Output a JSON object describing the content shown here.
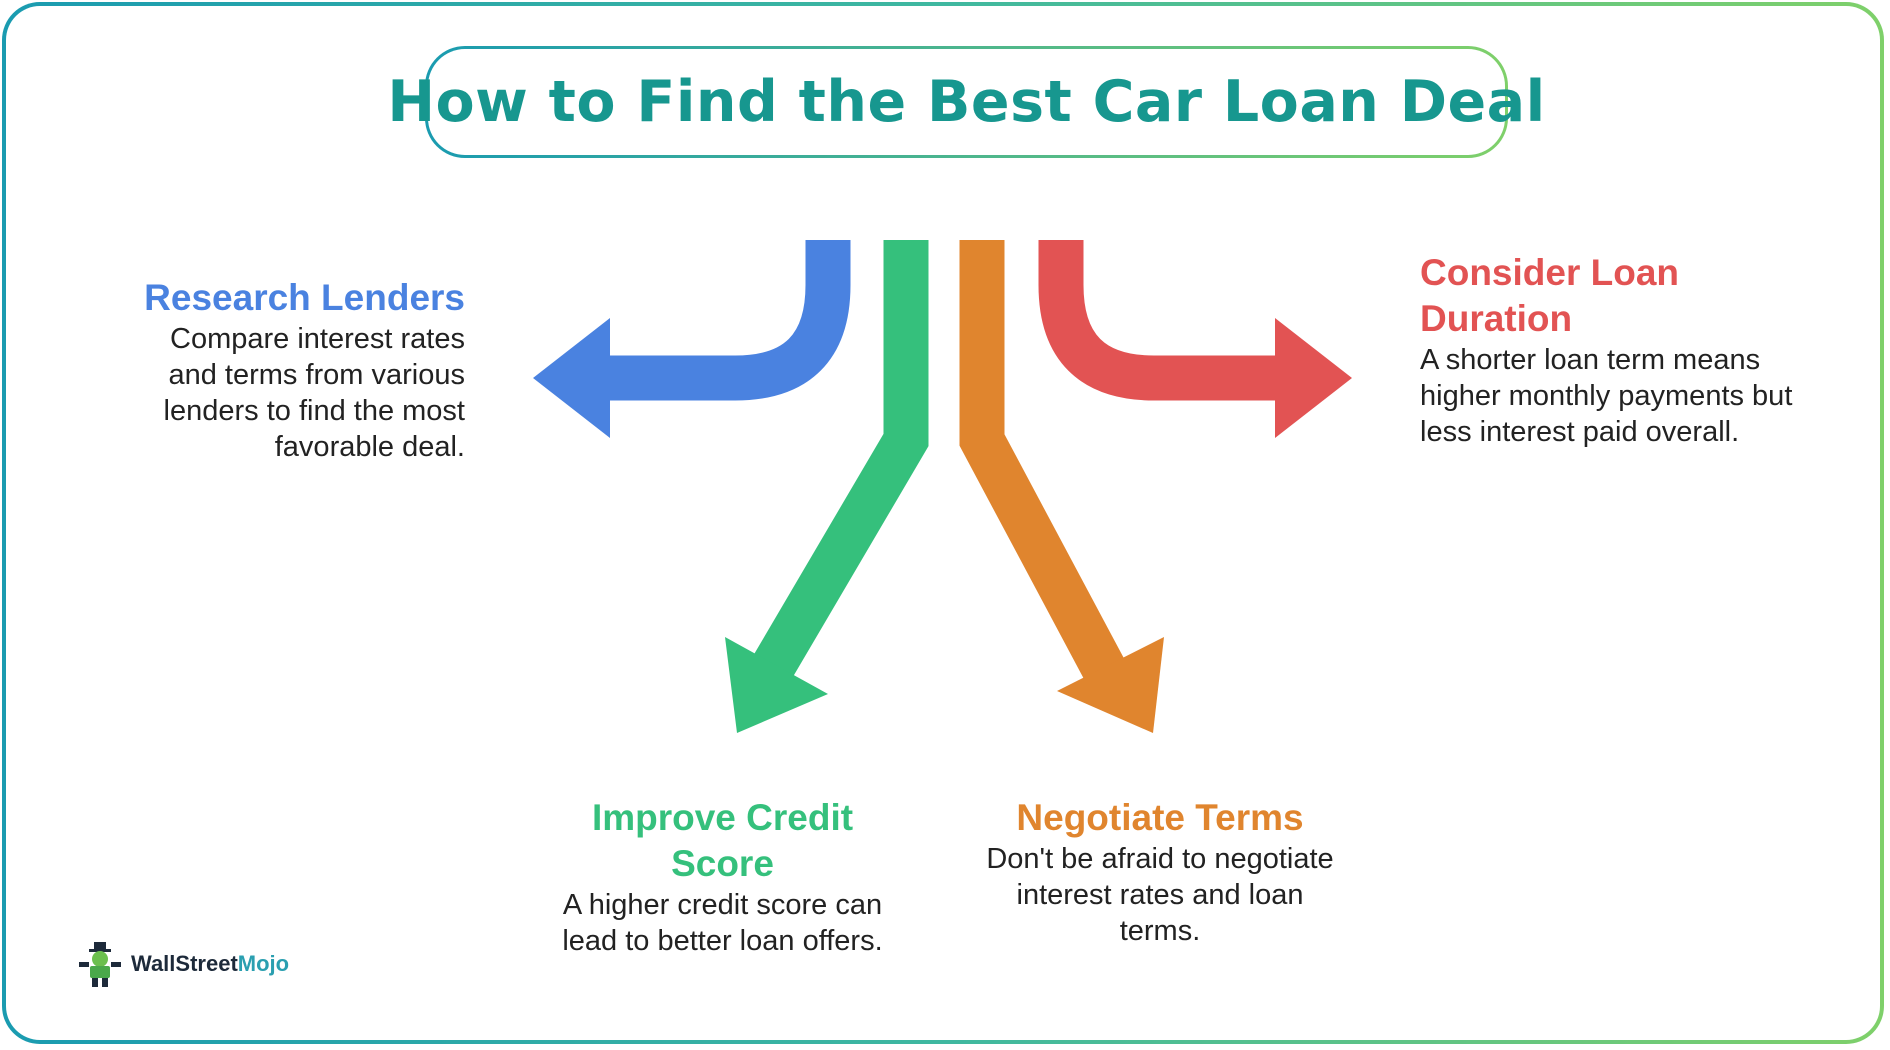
{
  "title": "How to Find the Best Car Loan Deal",
  "colors": {
    "title": "#17978f",
    "blue": "#4a82e0",
    "green": "#35c07c",
    "orange": "#e0852e",
    "red": "#e25353"
  },
  "items": [
    {
      "heading": "Research Lenders",
      "description": "Compare interest rates and terms from various lenders to find the most favorable deal."
    },
    {
      "heading": "Improve Credit Score",
      "description": "A higher credit score can lead to better loan offers."
    },
    {
      "heading": "Negotiate Terms",
      "description": "Don't be afraid to negotiate interest rates and loan terms."
    },
    {
      "heading": "Consider Loan Duration",
      "description": "A shorter loan term means higher monthly payments but less interest paid overall."
    }
  ],
  "logo": {
    "part1": "WallStreet",
    "part2": "Mojo"
  }
}
